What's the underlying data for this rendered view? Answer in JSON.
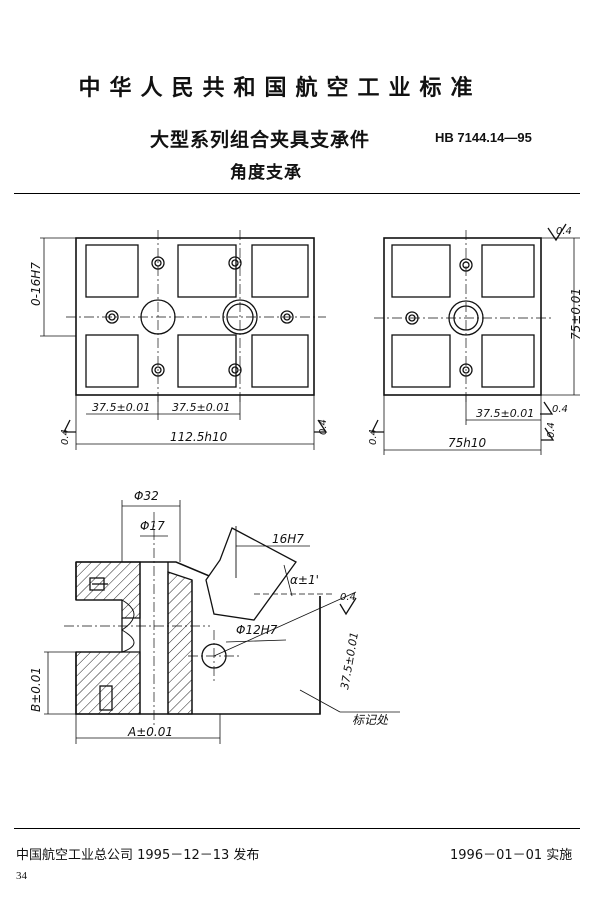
{
  "header": {
    "org_line": "中华人民共和国航空工业标准",
    "title_line1": "大型系列组合夹具支承件",
    "title_line2": "角度支承",
    "std_code": "HB 7144.14—95"
  },
  "drawing": {
    "front_view": {
      "height_dim": "0-16H7",
      "dim_left": "37.5±0.01",
      "dim_right": "37.5±0.01",
      "width_dim": "112.5h10",
      "roughness_left": "0.4",
      "roughness_right": "0.4"
    },
    "side_view": {
      "roughness_top": "0.4",
      "height_dim": "75±0.01",
      "offset_dim": "37.5±0.01",
      "roughness_mid": "0.4",
      "roughness_left": "0.4",
      "width_dim": "75h10",
      "roughness_bottom": "0.4"
    },
    "section_view": {
      "dia_outer": "Φ32",
      "dia_inner": "Φ17",
      "slot_dim": "16H7",
      "angle_dim": "α±1'",
      "roughness": "0.4",
      "hole_dim": "Φ12H7",
      "incline_dim": "37.5±0.01",
      "height_dim": "B±0.01",
      "width_dim": "A±0.01",
      "marking_note": "标记处"
    }
  },
  "footer": {
    "issue": "中国航空工业总公司 1995－12－13 发布",
    "implement": "1996－01－01 实施",
    "page_number": "34"
  }
}
